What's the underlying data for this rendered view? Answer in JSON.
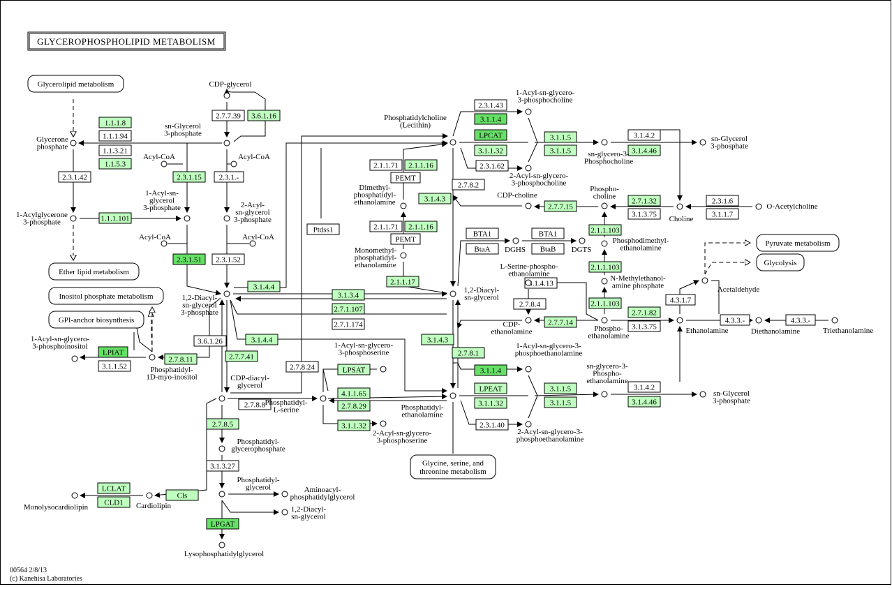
{
  "title": "GLYCEROPHOSPHOLIPID METABOLISM",
  "footer": {
    "line1": "00564 2/8/13",
    "line2": "(c) Kanehisa Laboratories"
  },
  "colors": {
    "highlight": "#bfffbf",
    "strong": "#66e066",
    "plain": "#ffffff",
    "line": "#000000"
  },
  "maps": [
    "Glycerolipid metabolism",
    "Ether lipid metabolism",
    "Inositol phosphate metabolism",
    "GPI-anchor biosynthesis",
    "Pyruvate metabolism",
    "Glycolysis",
    "Glycine, serine, and|threonine metabolism"
  ],
  "enzymes": [
    "1.1.1.8",
    "1.1.1.94",
    "1.1.3.21",
    "1.1.5.3",
    "2.3.1.42",
    "1.1.1.101",
    "2.7.7.39",
    "3.6.1.16",
    "2.3.1.15",
    "2.3.1.-",
    "2.3.1.51",
    "2.3.1.52",
    "3.1.4.4",
    "3.1.3.4",
    "2.7.1.107",
    "2.7.1.174",
    "3.6.1.26",
    "3.1.4.4",
    "2.7.7.41",
    "2.7.8.24",
    "2.7.8.8",
    "2.7.8.5",
    "3.1.3.27",
    "LPIAT",
    "3.1.1.52",
    "2.7.8.11",
    "LCLAT",
    "CLD1",
    "Cls",
    "LPGAT",
    "3.1.4.3",
    "Ptdss1",
    "2.1.1.71",
    "2.1.1.16",
    "PEMT",
    "2.1.1.71",
    "2.1.1.16",
    "PEMT",
    "2.1.1.17",
    "3.1.4.3",
    "2.7.8.2",
    "2.7.8.1",
    "2.3.1.43",
    "3.1.1.4",
    "LPCAT",
    "3.1.1.32",
    "2.3.1.62",
    "3.1.1.5",
    "3.1.1.5",
    "3.1.4.2",
    "3.1.4.46",
    "2.7.7.15",
    "2.7.1.32",
    "3.1.3.75",
    "2.3.1.6",
    "3.1.1.7",
    "BTA1",
    "BtaA",
    "BTA1",
    "BtaB",
    "2.1.1.103",
    "2.1.1.103",
    "2.1.1.103",
    "3.1.4.13",
    "2.7.8.4",
    "2.7.7.14",
    "2.7.1.82",
    "3.1.3.75",
    "4.3.1.7",
    "4.3.3.-",
    "4.3.3.-",
    "LPSAT",
    "4.1.1.65",
    "2.7.8.29",
    "3.1.1.32",
    "3.1.1.4",
    "LPEAT",
    "3.1.1.32",
    "2.3.1.40",
    "3.1.1.5",
    "3.1.1.5",
    "3.1.4.2",
    "3.1.4.46",
    "3.1.4.3"
  ],
  "compounds": [
    "Glycerone|phosphate",
    "1-Acylglycerone|3-phosphate",
    "CDP-glycerol",
    "sn-Glycerol|3-phosphate",
    "Acyl-CoA",
    "Acyl-CoA",
    "1-Acyl-sn-|glycerol|3-phosphate",
    "2-Acyl-|sn-glycerol|3-phosphate",
    "Acyl-CoA",
    "Acyl-CoA",
    "1,2-Diacyl-|sn-glycerol|3-phosphate",
    "1-Acyl-sn-glycero-|3-phosphoinositol",
    "Phosphatidyl-|1D-myo-inositol",
    "CDP-diacyl-|glycerol",
    "Phosphatidyl-|L-serine",
    "Phosphatidyl-|glycerophosphate",
    "Phosphatidyl-|glycerol",
    "Aminoacyl-|phosphatidylglycerol",
    "1,2-Diacyl-|sn-glycerol",
    "Lysophosphatidylglycerol",
    "Cardiolipin",
    "Monolysocardiolipin",
    "1-Acyl-sn-glycero-|3-phosphoserine",
    "2-Acyl-sn-glycero-|3-phosphoserine",
    "Dimethyl-|phosphatidyl-|ethanolamine",
    "Monomethyl-|phosphatidyl-|ethanolamine",
    "Phosphatidylcholine|(Lecithin)",
    "1-Acyl-sn-glycero-|3-phosphocholine",
    "2-Acyl-sn-glycero-|3-phosphocholine",
    "sn-glycero-3-|Phosphocholine",
    "sn-Glycerol|3-phosphate",
    "1,2-Diacyl-|sn-glycerol",
    "CDP-choline",
    "Phospho-|choline",
    "Choline",
    "O-Acetylcholine",
    "DGHS",
    "DGTS",
    "Phosphodimethyl-|ethanolamine",
    "N-Methylethanol-|amine phosphate",
    "L-Serine-phospho-|ethanolamine",
    "CDP-|ethanolamine",
    "Phospho-|ethanolamine",
    "Ethanolamine",
    "Diethanolamine",
    "Triethanolamine",
    "Acetaldehyde",
    "Phosphatidyl-|ethanolamine",
    "1-Acyl-sn-glycero-3-|phosphoethanolamine",
    "2-Acyl-sn-glycero-3-|phosphoethanolamine",
    "sn-glycero-3-|Phospho-|ethanolamine",
    "sn-Glycerol|3-phosphate"
  ]
}
